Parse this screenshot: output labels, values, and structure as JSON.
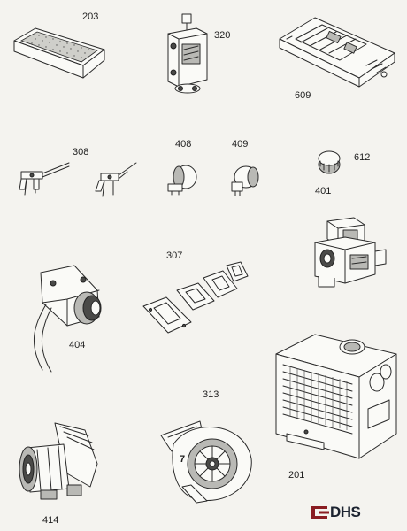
{
  "labels": {
    "p203": "203",
    "p320": "320",
    "p609": "609",
    "p308": "308",
    "p408": "408",
    "p409": "409",
    "p612": "612",
    "p401": "401",
    "p307": "307",
    "p404": "404",
    "p313": "313",
    "p201": "201",
    "p414": "414",
    "p7": "7"
  },
  "logo": {
    "text": "DHS",
    "color": "#1c2330",
    "accent": "#8a1c22"
  }
}
